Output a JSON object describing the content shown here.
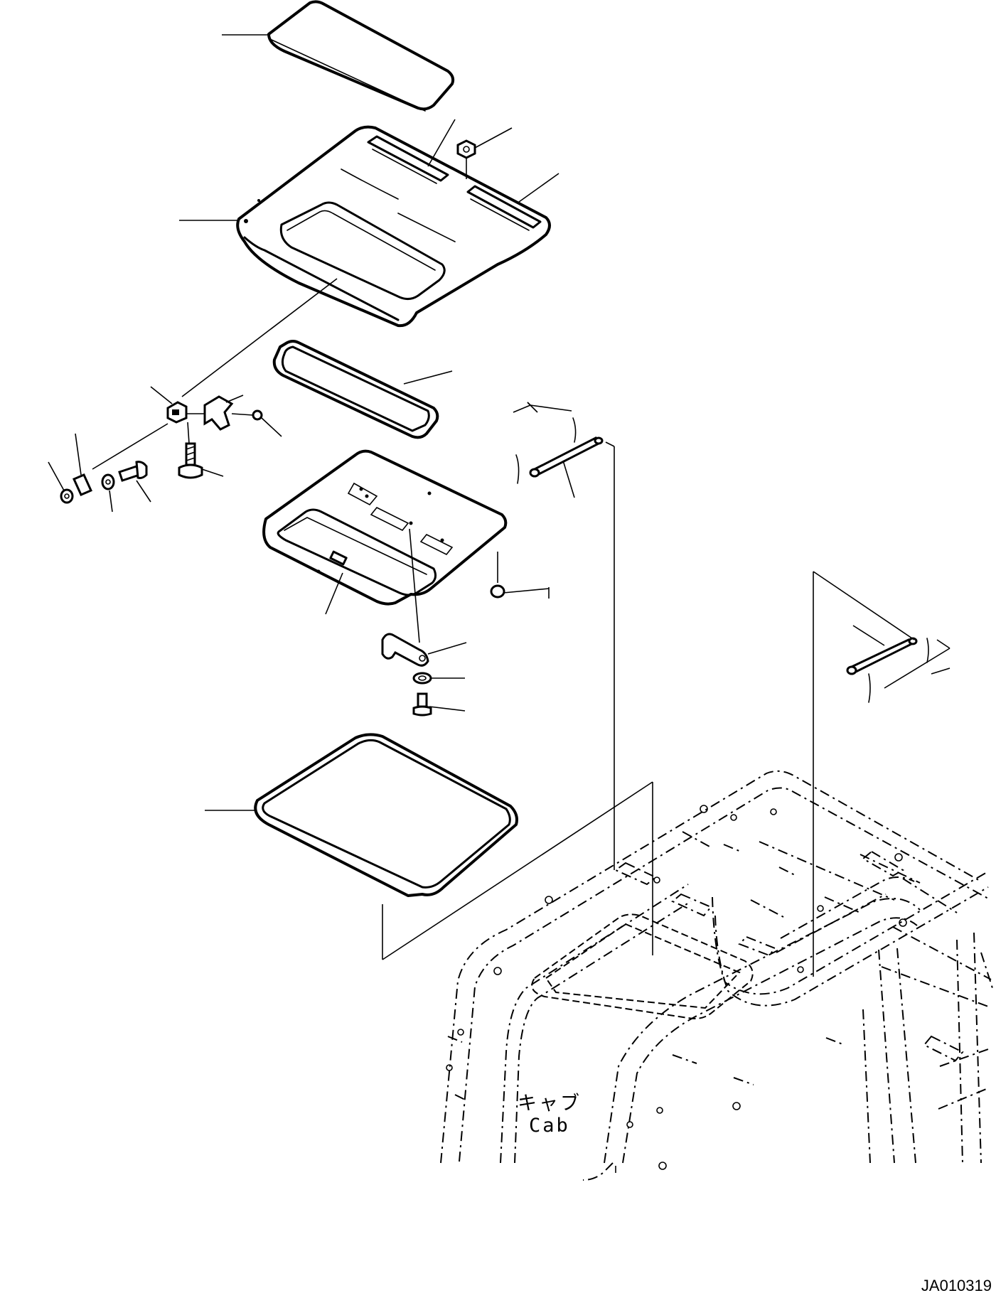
{
  "cab_label": {
    "japanese": "キャブ",
    "english": "Cab"
  },
  "drawing_code": "JA010319"
}
